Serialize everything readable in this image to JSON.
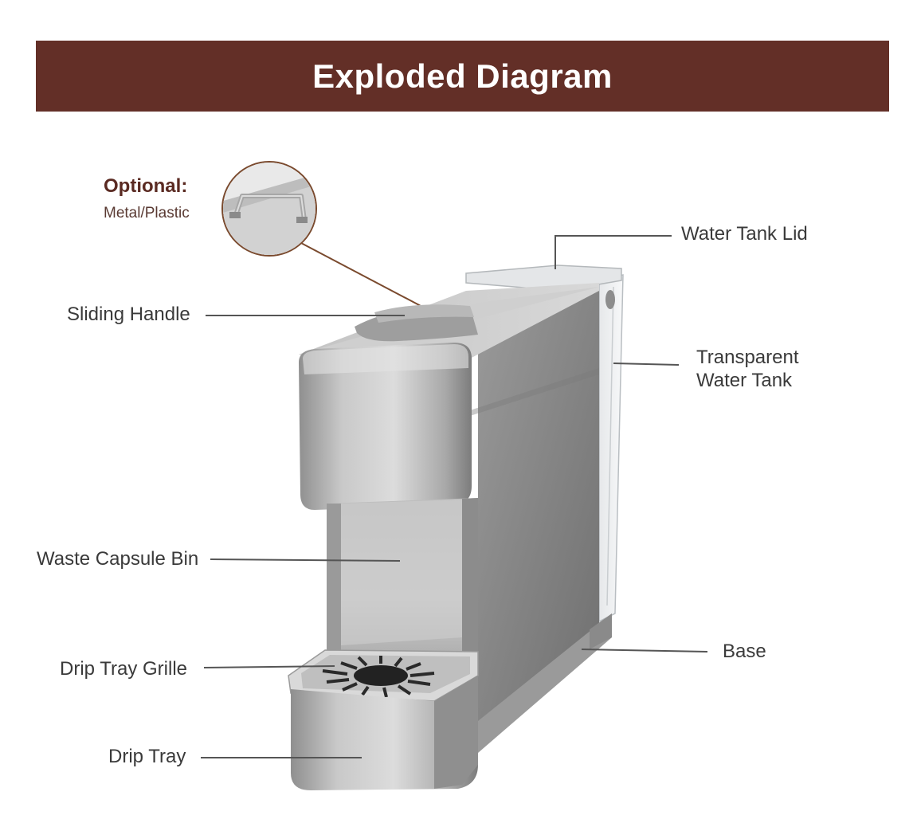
{
  "header": {
    "title": "Exploded Diagram"
  },
  "optional": {
    "title": "Optional:",
    "subtitle": "Metal/Plastic"
  },
  "labels": {
    "water_tank_lid": "Water Tank Lid",
    "sliding_handle": "Sliding Handle",
    "transparent_water_tank_line1": "Transparent",
    "transparent_water_tank_line2": "Water Tank",
    "waste_capsule_bin": "Waste Capsule Bin",
    "base": "Base",
    "drip_tray_grille": "Drip Tray Grille",
    "drip_tray": "Drip Tray"
  },
  "colors": {
    "banner": "#632f27",
    "accent_line": "#8a5a3a",
    "leader_line": "#555555"
  }
}
